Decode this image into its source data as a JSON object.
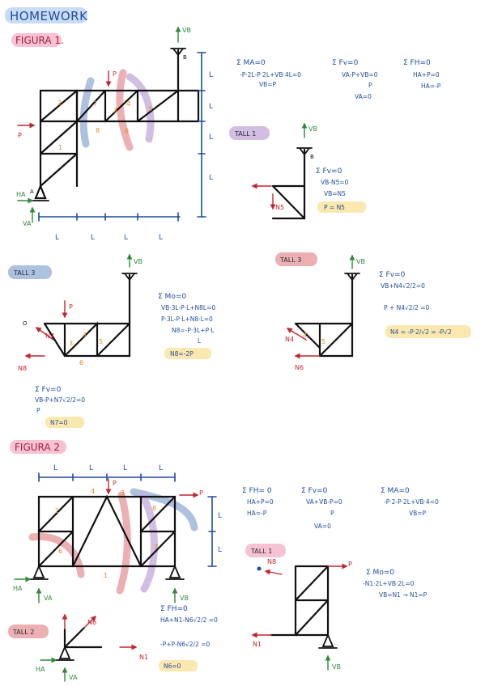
{
  "header": {
    "title": "HOMEWORK"
  },
  "fig1": {
    "label": "FIGURA 1.",
    "loads": {
      "p_top": "P",
      "p_left": "P"
    },
    "supports": {
      "a": "A",
      "b": "B"
    },
    "reactions": {
      "vb": "VB",
      "ha": "HA",
      "va": "VA"
    },
    "bars": [
      "2",
      "7",
      "3",
      "4",
      "5",
      "8",
      "6",
      "1"
    ],
    "dims_h": [
      "L",
      "L",
      "L",
      "L"
    ],
    "dims_v": [
      "L",
      "L",
      "L",
      "L"
    ],
    "eq_ma": {
      "head": "Σ MA=0",
      "l1": "-P·2L-P·2L+VB·4L=0",
      "l2": "VB=P"
    },
    "eq_fv": {
      "head": "Σ Fv=0",
      "l1": "VA-P+VB=0",
      "l2": "P",
      "l3": "VA=0"
    },
    "eq_fh": {
      "head": "Σ FH=0",
      "l1": "HA+P=0",
      "l2": "HA=-P"
    }
  },
  "tall1": {
    "label": "TALL 1",
    "vb": "VB",
    "b": "B",
    "n5": "N5",
    "eq": {
      "head": "Σ Fv=0",
      "l1": "VB-N5=0",
      "l2": "VB=N5",
      "l3": "P = N5"
    }
  },
  "tall3a": {
    "label": "TALL 3",
    "vb": "VB",
    "p": "P",
    "o": "O",
    "n8": "N8",
    "n7": "N7",
    "bars": [
      "3",
      "4",
      "5",
      "6"
    ],
    "eq": {
      "head": "Σ Mo=0",
      "l1": "VB·3L-P·L+N8L=0",
      "l2": "P·3L-P·L+N8·L=0",
      "l3": "N8=-P·3L+P·L",
      "l3b": "L",
      "l4": "N8=-2P"
    },
    "eq2": {
      "head": "Σ Fv=0",
      "l1": "VB-P+N7√2/2=0",
      "l2": "P",
      "l3": "N7=0"
    }
  },
  "tall3b": {
    "label": "TALL 3",
    "vb": "VB",
    "n4": "N4",
    "n6": "N6",
    "bars": [
      "4",
      "5"
    ],
    "eq": {
      "head": "Σ Fv=0",
      "l1": "VB+N4√2/2=0",
      "l2": "P + N4√2/2 =0",
      "l3": "N4 = -P·2/√2 = -P√2"
    }
  },
  "fig2": {
    "label": "FIGURA 2",
    "dims_h": [
      "L",
      "L",
      "L",
      "L"
    ],
    "dims_v": [
      "L",
      "L"
    ],
    "loads": {
      "p_top": "P",
      "p_right": "P"
    },
    "reactions": {
      "ha": "HA",
      "va": "VA",
      "vb": "VB"
    },
    "bars": [
      "4",
      "2",
      "6",
      "1",
      "3",
      "8",
      "7"
    ],
    "eq_fh": {
      "head": "Σ FH= 0",
      "l1": "HA+P=0",
      "l2": "HA=-P"
    },
    "eq_fv": {
      "head": "Σ Fv=0",
      "l1": "VA+VB-P=0",
      "l2": "P",
      "l3": "VA=0"
    },
    "eq_ma": {
      "head": "Σ MA=0",
      "l1": "-P·2-P·2L+VB·4=0",
      "l2": "VB=P"
    }
  },
  "tall1b": {
    "label": "TALL 1",
    "n8": "N8",
    "p": "P",
    "n1": "N1",
    "vb": "VB",
    "eq": {
      "head": "Σ Mo=0",
      "l1": "-N1·2L+VB·2L=0",
      "l2": "VB=N1 → N1=P"
    }
  },
  "tall2": {
    "label": "TALL 2",
    "n6": "N6",
    "n1": "N1",
    "ha": "HA",
    "va": "VA",
    "eq": {
      "head": "Σ FH=0",
      "l1": "HA+N1-N6√2/2 =0",
      "l2": "-P+P-N6√2/2 =0",
      "l3": "N6=0"
    }
  }
}
